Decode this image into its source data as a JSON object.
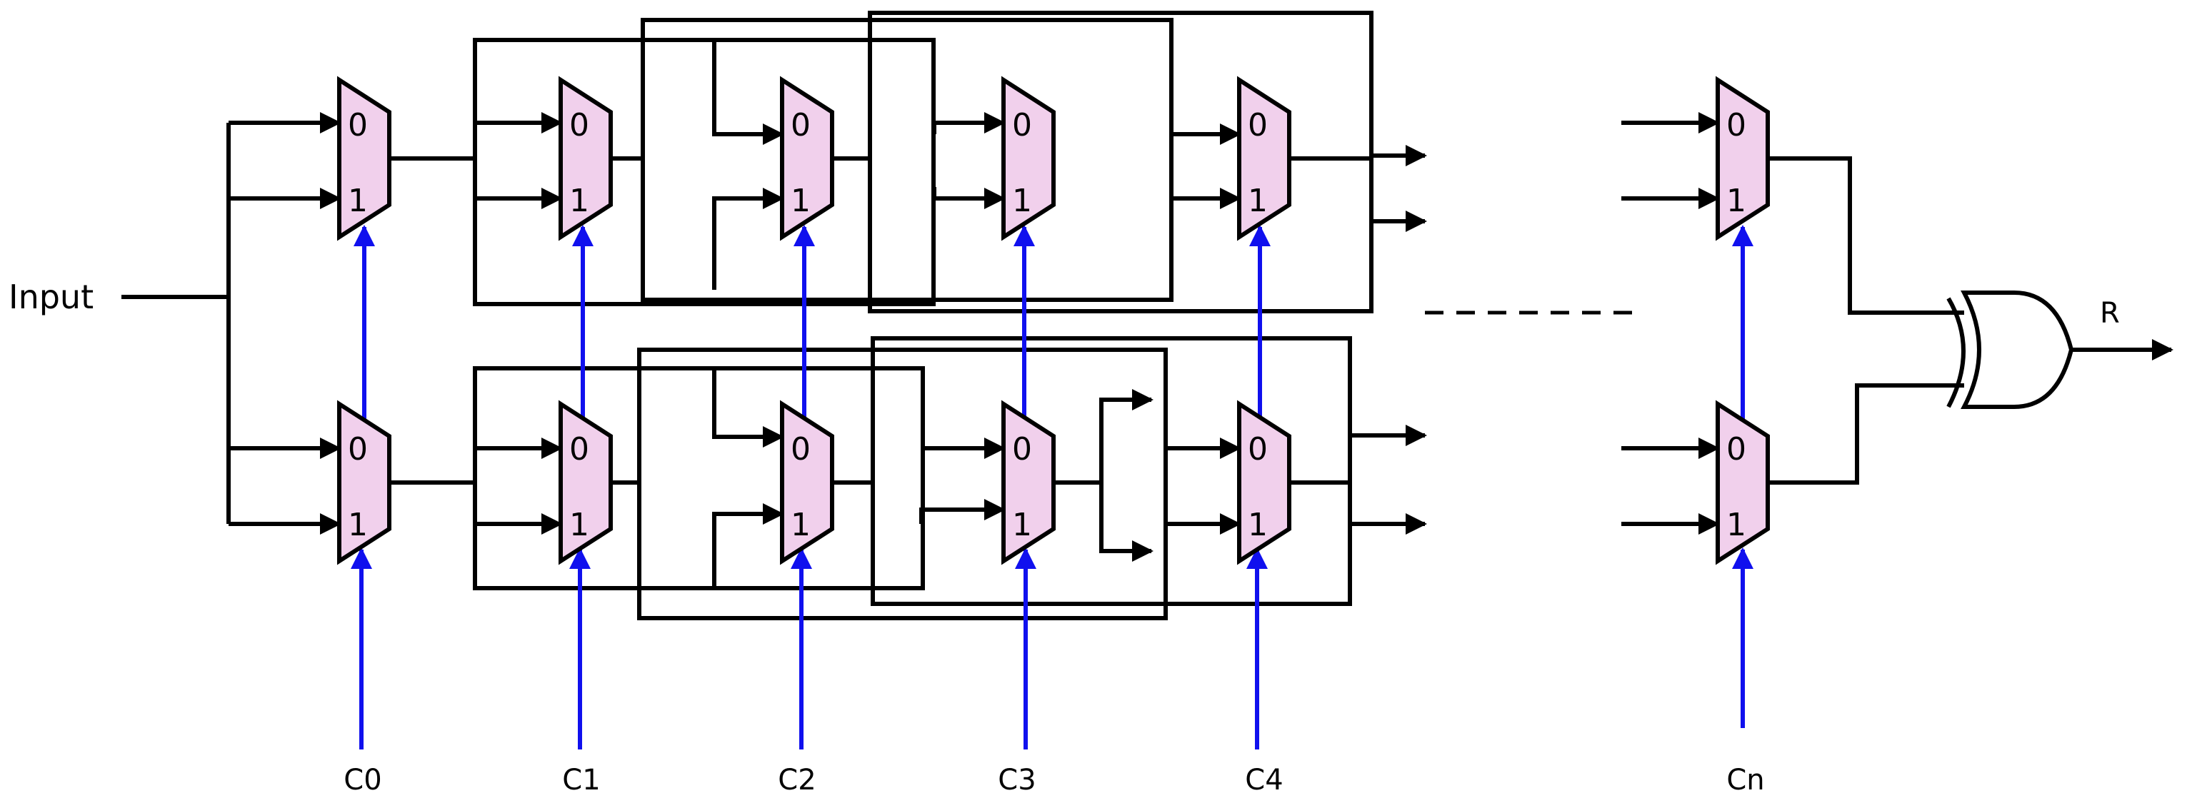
{
  "diagram": {
    "input_label": "Input",
    "output_label": "R",
    "mux_input_labels": [
      "0",
      "1"
    ],
    "control_labels": [
      "C0",
      "C1",
      "C2",
      "C3",
      "C4",
      "Cn"
    ],
    "colors": {
      "mux_fill": "#f1d0ec",
      "control_line": "#1010ee",
      "wire": "#000000"
    },
    "icons": [
      "multiplexer-icon",
      "xor-gate-icon",
      "arrowhead-icon"
    ]
  }
}
